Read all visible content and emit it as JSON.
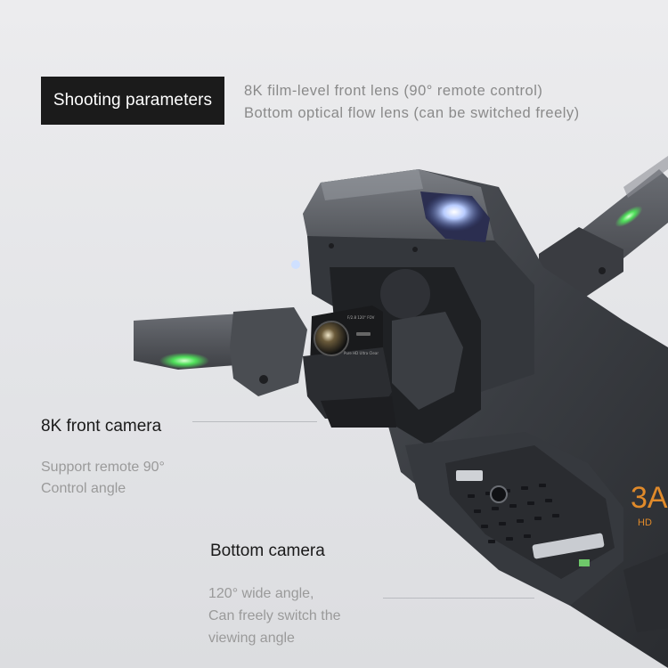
{
  "header": {
    "badge_label": "Shooting parameters",
    "params": [
      "8K film-level front lens (90° remote control)",
      "Bottom optical flow lens (can be switched freely)"
    ]
  },
  "front_camera": {
    "title": "8K front camera",
    "desc": [
      "Support remote 90°",
      "Control angle"
    ]
  },
  "bottom_camera": {
    "title": "Bottom camera",
    "desc": [
      "120° wide angle,",
      "Can freely switch the",
      "viewing angle"
    ]
  },
  "product": {
    "logo_text": "3A",
    "logo_sub": "HD",
    "lens_label_top": "F/2.8 120° FOV",
    "lens_label_bottom": "Pure HD Ultra Clear"
  },
  "colors": {
    "badge_bg": "#1b1b1b",
    "led_green": "#4fe05a",
    "led_blue": "#8fb4ff",
    "logo_orange": "#e08a2a"
  }
}
